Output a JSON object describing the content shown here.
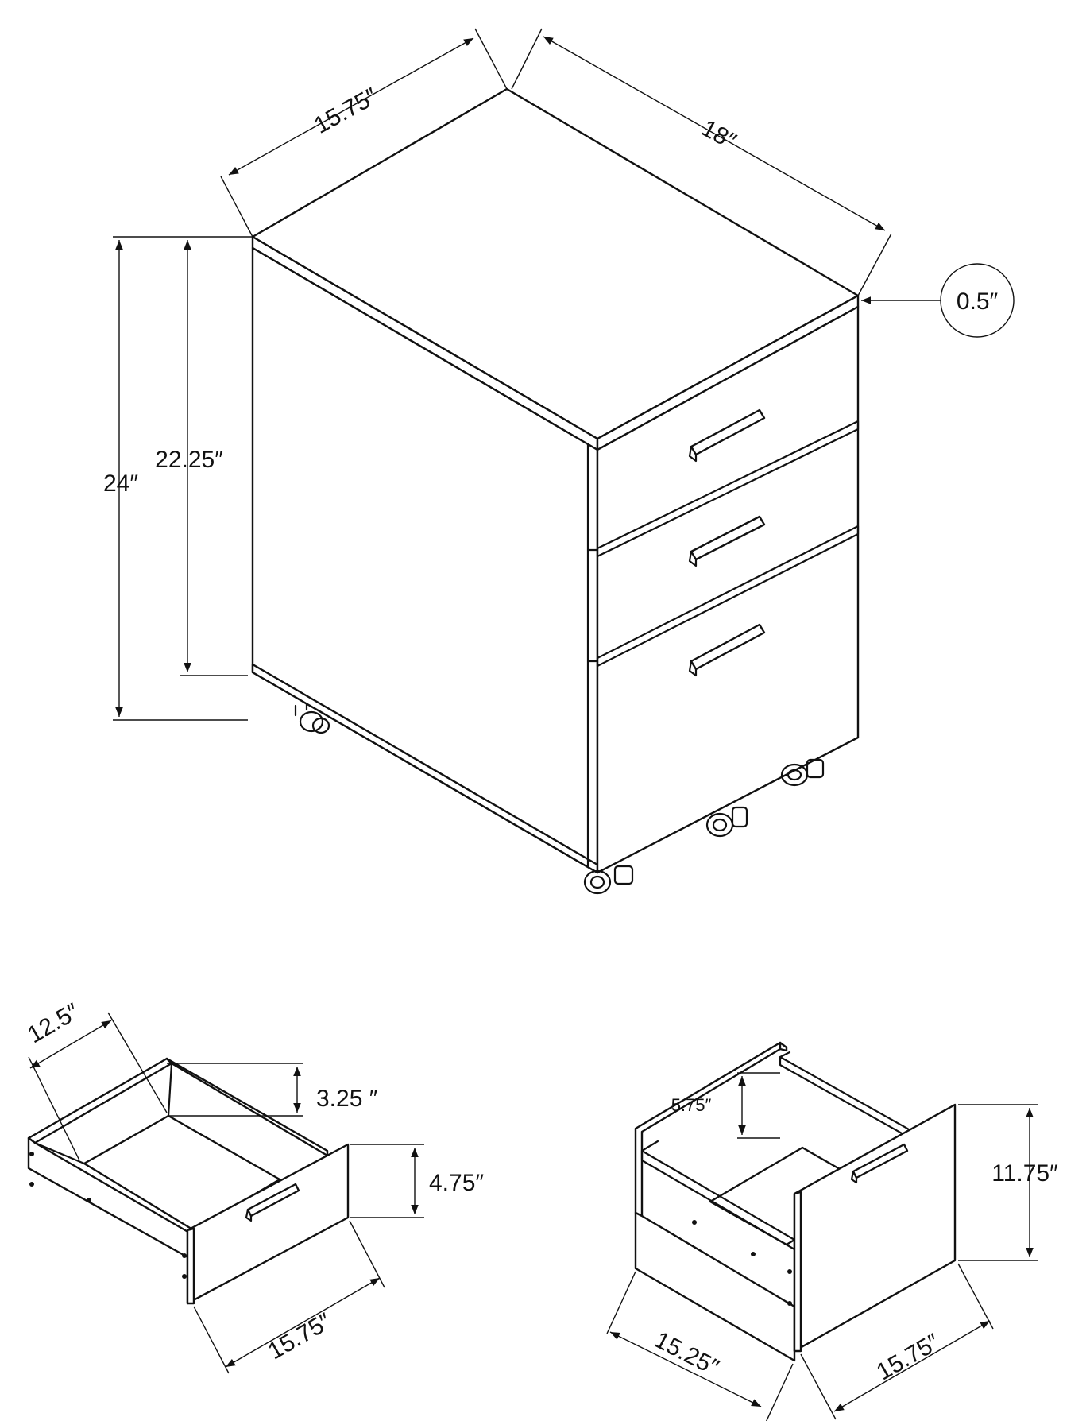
{
  "colors": {
    "line": "#111111",
    "background": "#ffffff"
  },
  "labels": {
    "cabinet_width": "15.75″",
    "cabinet_depth": "18″",
    "top_thickness": "0.5″",
    "total_height": "24″",
    "body_height": "22.25″",
    "small_drawer_depth": "12.5″",
    "small_drawer_inner_height": "3.25 ″",
    "small_drawer_front_height": "4.75″",
    "small_drawer_width": "15.75″",
    "file_drawer_inner_height": "5.75″",
    "file_drawer_front_height": "11.75″",
    "file_drawer_depth": "15.25″",
    "file_drawer_width": "15.75″"
  }
}
